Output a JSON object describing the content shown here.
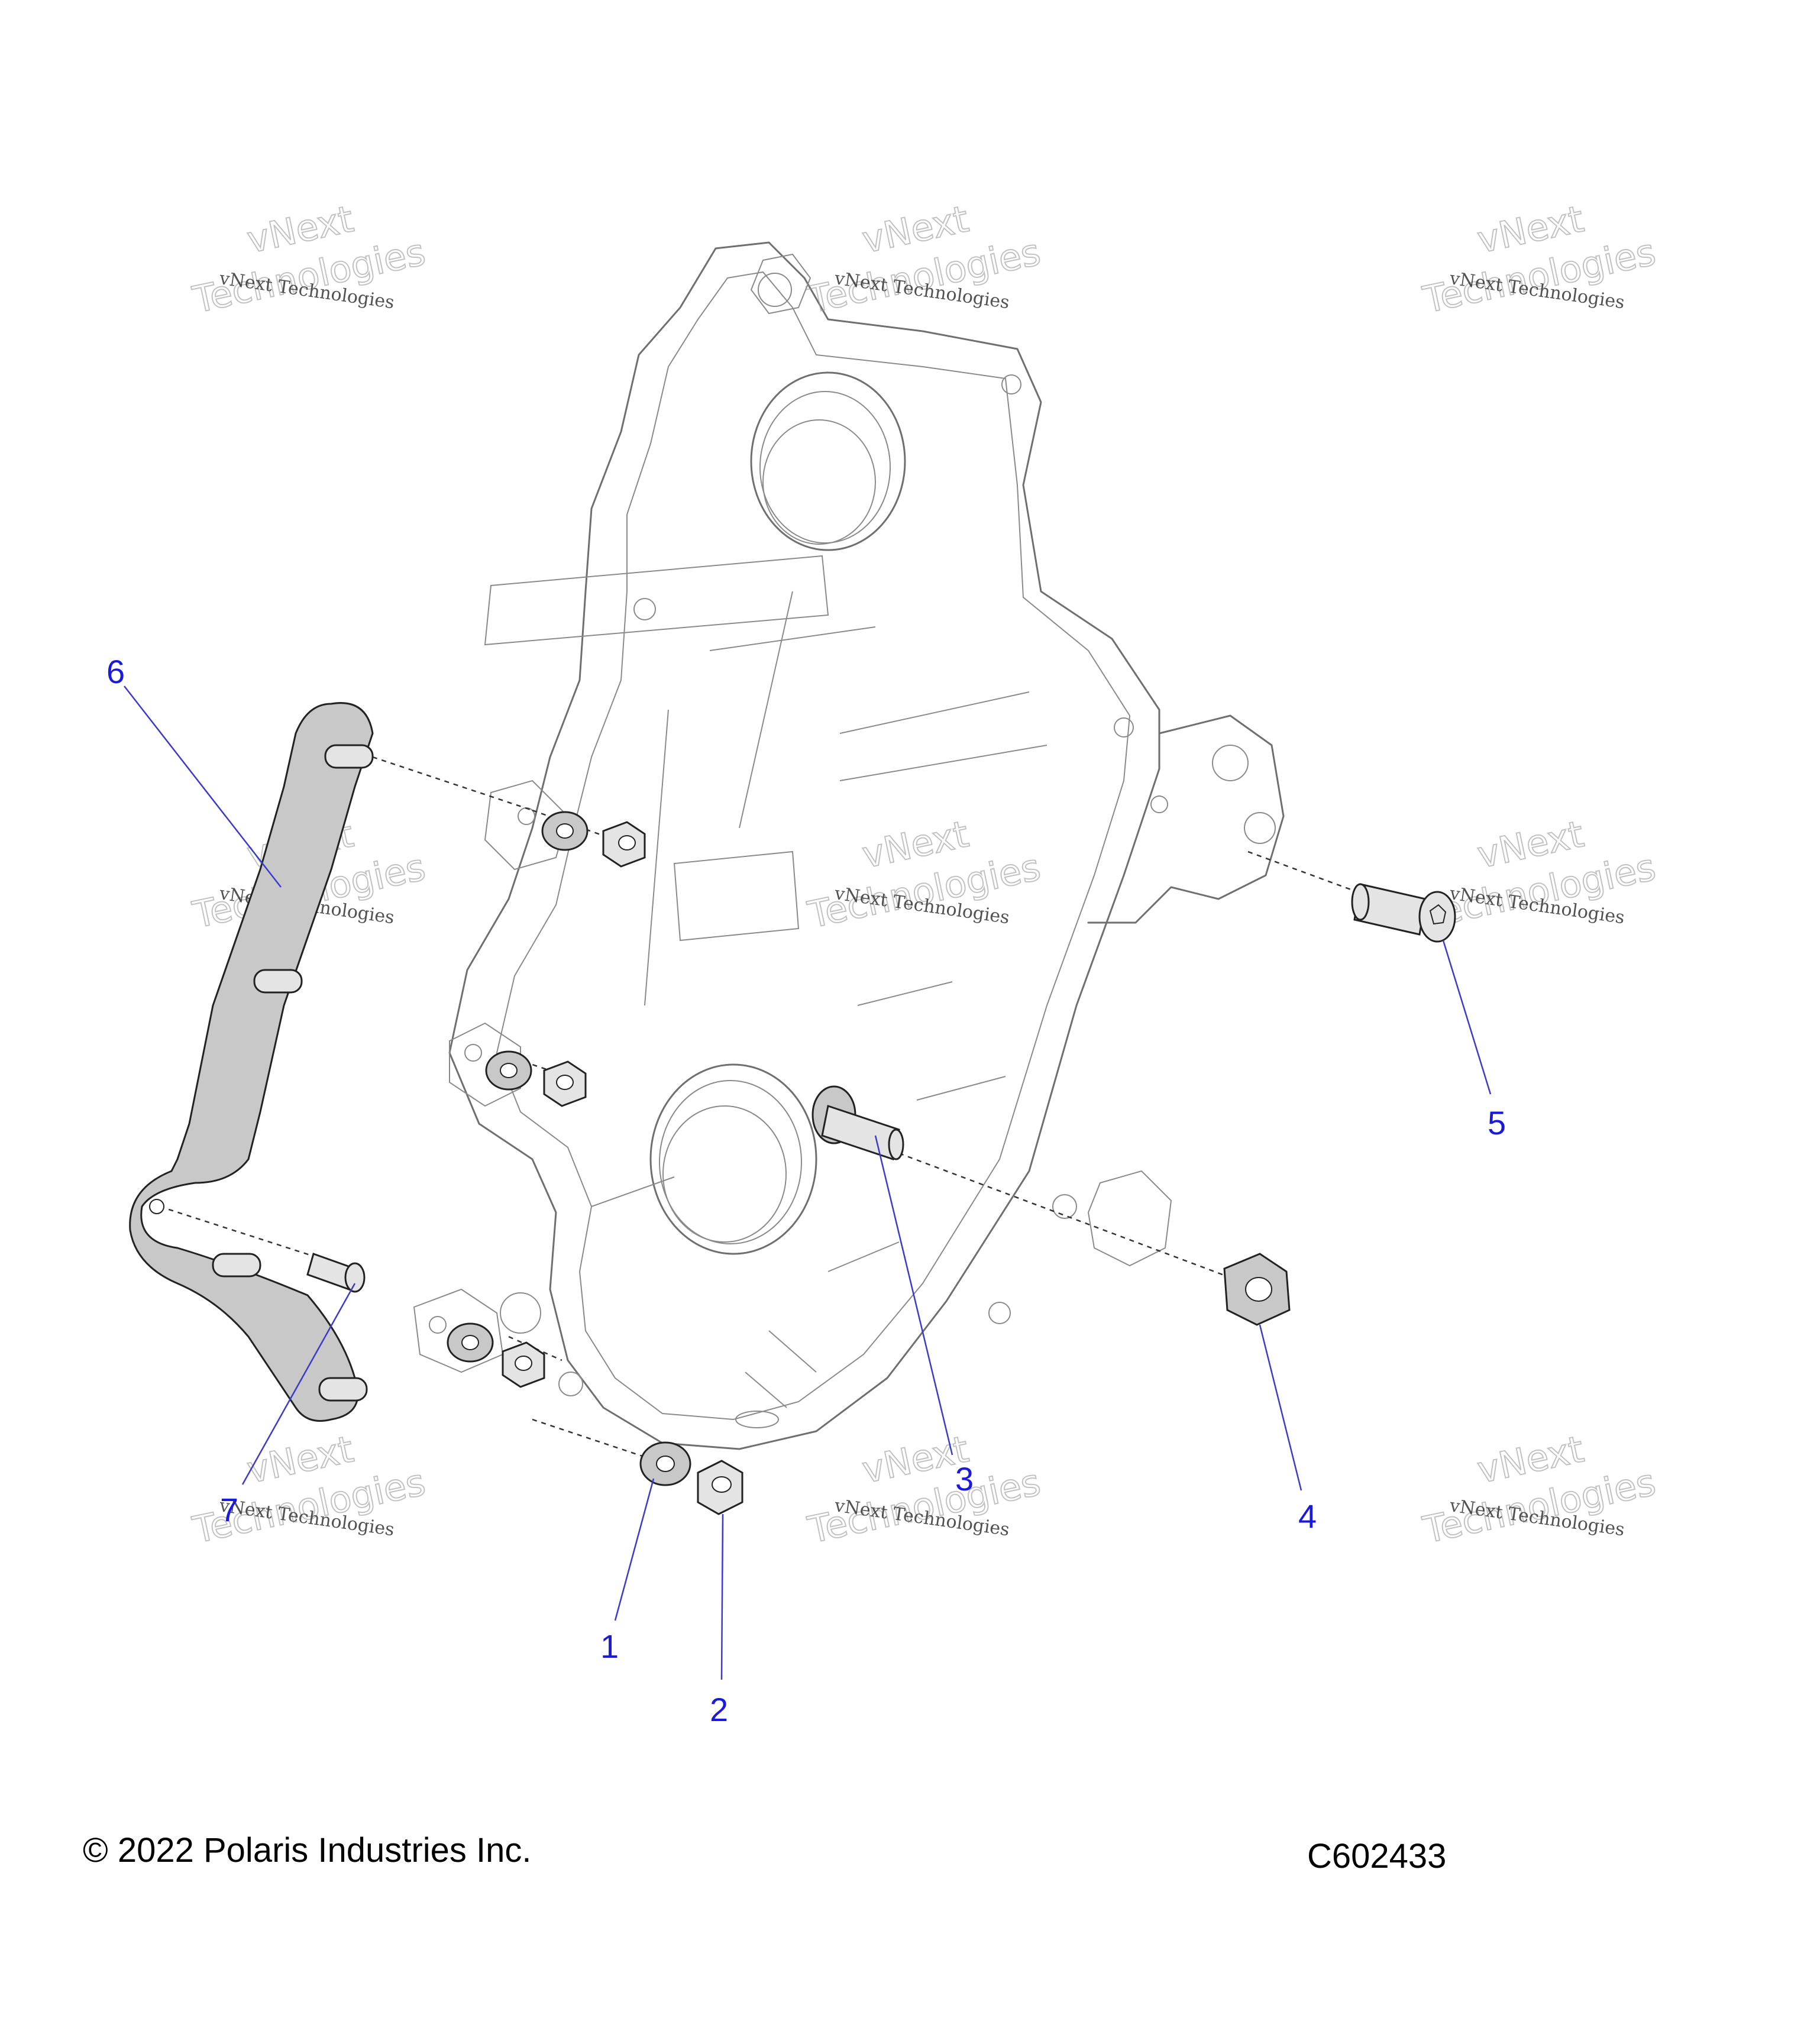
{
  "callouts": {
    "c1": "1",
    "c2": "2",
    "c3": "3",
    "c4": "4",
    "c5": "5",
    "c6": "6",
    "c7": "7"
  },
  "footer": {
    "copyright": "© 2022 Polaris Industries Inc.",
    "code": "C602433"
  },
  "watermark": {
    "line_small": "vNext Technologies",
    "line_big_1": "vNext",
    "line_big_2": "Technologies"
  },
  "colors": {
    "callout": "#1a1adc",
    "leader": "#3a3acc",
    "part_fill": "#c8c8c8"
  }
}
